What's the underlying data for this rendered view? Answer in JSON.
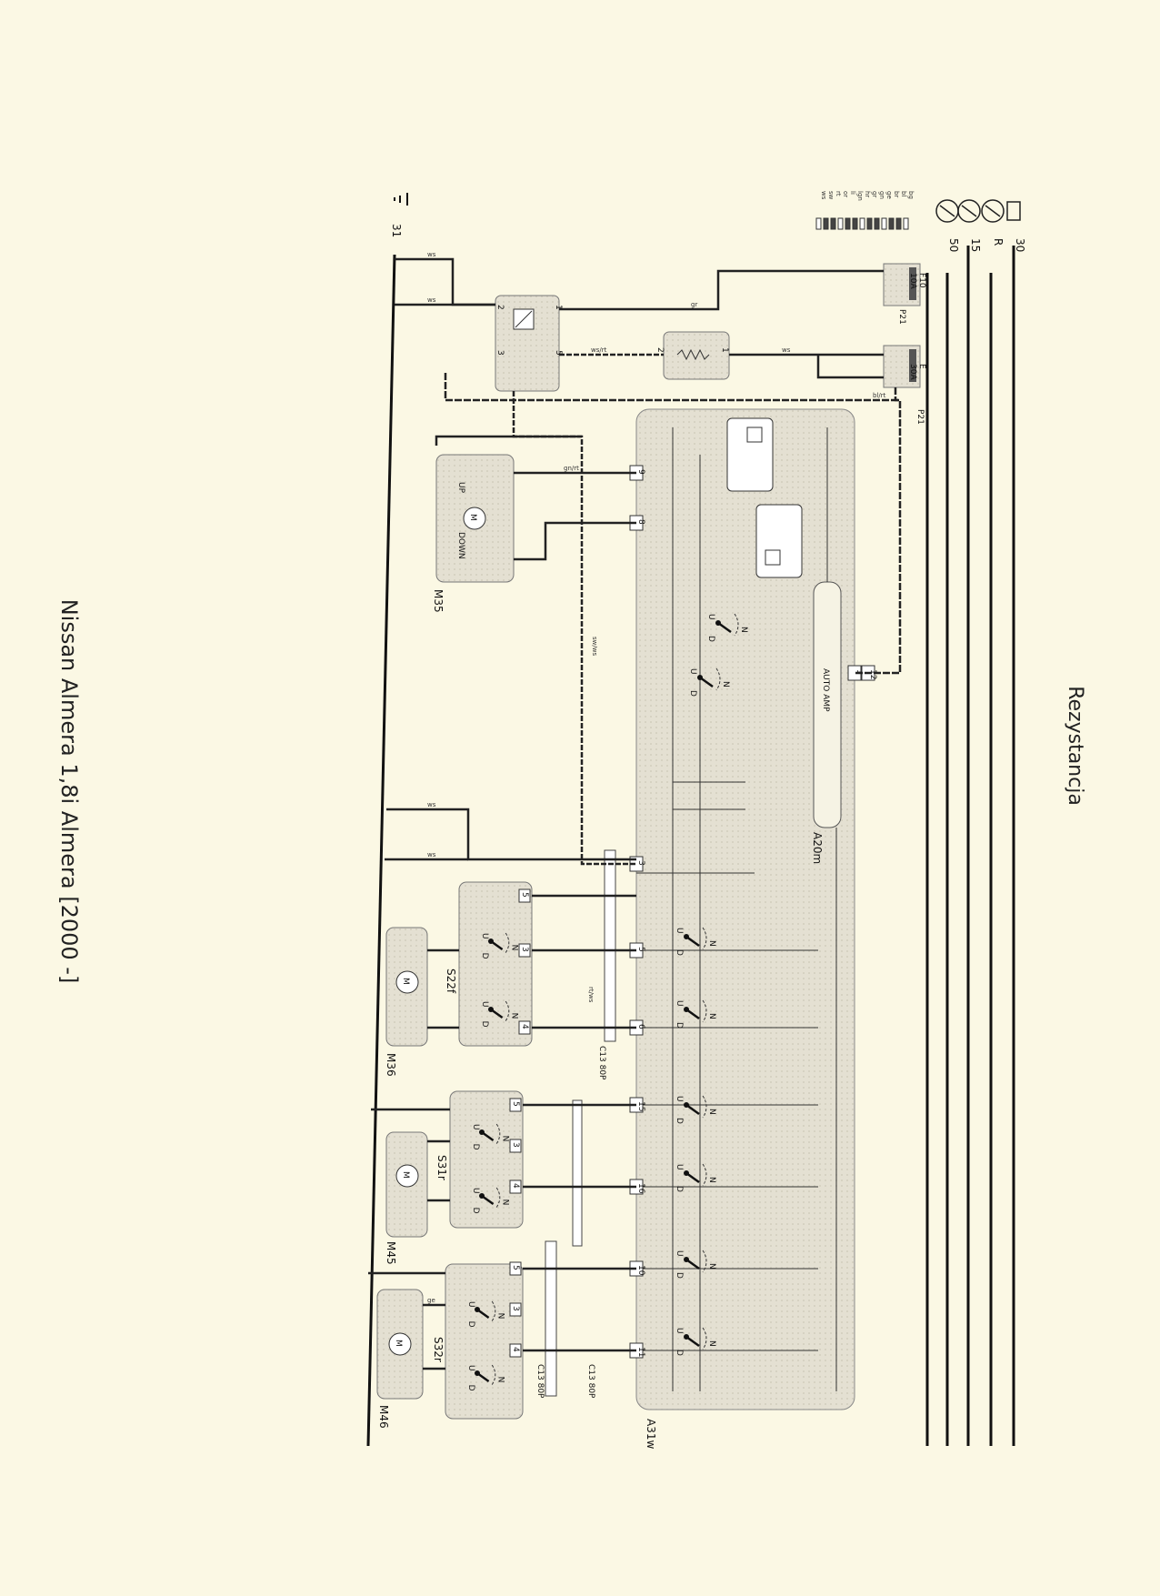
{
  "page": {
    "vertical_title": "Rezystancja",
    "footer_title": "Nissan Almera 1,8i Almera [2000 -]"
  },
  "rails": {
    "labels": [
      "30",
      "R",
      "15",
      "50"
    ],
    "ground": "31"
  },
  "color_key": [
    "bg",
    "bl",
    "br",
    "ge",
    "gn",
    "gr",
    "hr",
    "lgn",
    "li",
    "or",
    "rt",
    "sw",
    "ws"
  ],
  "fuses": [
    {
      "name": "F10",
      "rating": "10A",
      "ref": "P21"
    },
    {
      "name": "E",
      "rating": "30A",
      "ref": "P21"
    }
  ],
  "components": {
    "a20m": "A20m",
    "auto_amp": "AUTO AMP",
    "a31w": "A31w",
    "m35": "M35",
    "m36": "M36",
    "m45": "M45",
    "m46": "M46",
    "s22f": "S22f",
    "s31r": "S31r",
    "s32r": "S32r",
    "up": "UP",
    "down": "DOWN",
    "motor": "M"
  },
  "connectors": [
    "C13 80P",
    "C13 80P",
    "C13 80P"
  ],
  "wire_colors": {
    "ws": "ws",
    "gr": "gr",
    "ws_rt": "ws/rt",
    "gn_rt": "gn/rt",
    "bl_rt": "bl/rt",
    "sw_ws": "sw/ws",
    "rt_ws": "rt/ws",
    "ge": "ge"
  },
  "pins": {
    "relay": [
      "1",
      "2",
      "3",
      "5"
    ],
    "resistor": [
      "1",
      "2"
    ],
    "a31w": [
      "9",
      "8",
      "1",
      "12",
      "3",
      "5",
      "6",
      "15",
      "16",
      "10",
      "11"
    ],
    "switch_pins": [
      "1",
      "2",
      "3",
      "4",
      "5"
    ],
    "switch_labels": [
      "U",
      "D",
      "N"
    ]
  }
}
